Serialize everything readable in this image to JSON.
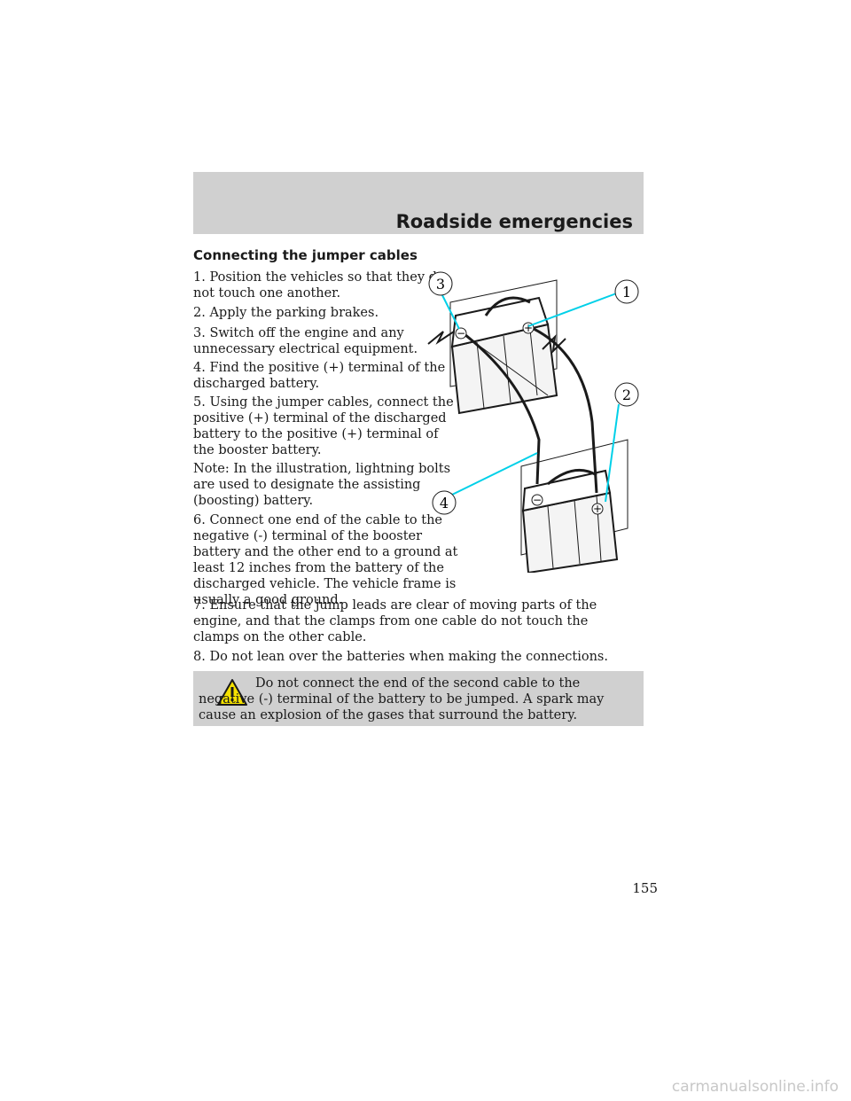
{
  "header": {
    "title": "Roadside emergencies"
  },
  "section": {
    "heading": "Connecting the jumper cables"
  },
  "steps": {
    "s1": "1. Position the vehicles so that they do not touch one another.",
    "s2": "2. Apply the parking brakes.",
    "s3": "3. Switch off the engine and any unnecessary electrical equipment.",
    "s4": "4. Find the positive (+) terminal of the discharged battery.",
    "s5": "5. Using the jumper cables, connect the positive (+) terminal of the discharged battery to the positive (+) terminal of the booster battery.",
    "note": "Note: In the illustration, lightning bolts are used to designate the assisting (boosting) battery.",
    "s6": "6. Connect one end of the cable to the negative (-) terminal of the booster battery and the other end to a ground at least 12 inches from the battery of the discharged vehicle. The vehicle frame is usually a good ground.",
    "s7": "7. Ensure that the jump leads are clear of moving parts of the engine, and that the clamps from one cable do not touch the clamps on the other cable.",
    "s8": "8. Do not lean over the batteries when making the connections."
  },
  "figure": {
    "callouts": [
      "1",
      "2",
      "3",
      "4"
    ],
    "terminals": {
      "minus": "−",
      "plus": "+"
    }
  },
  "warning": {
    "icon": "warning-triangle-icon",
    "text": "Do not connect the end of the second cable to the negative (-) terminal of the battery to be jumped. A spark may cause an explosion of the gases that surround the battery."
  },
  "footer": {
    "page_number": "155",
    "watermark": "carmanualsonline.info"
  }
}
